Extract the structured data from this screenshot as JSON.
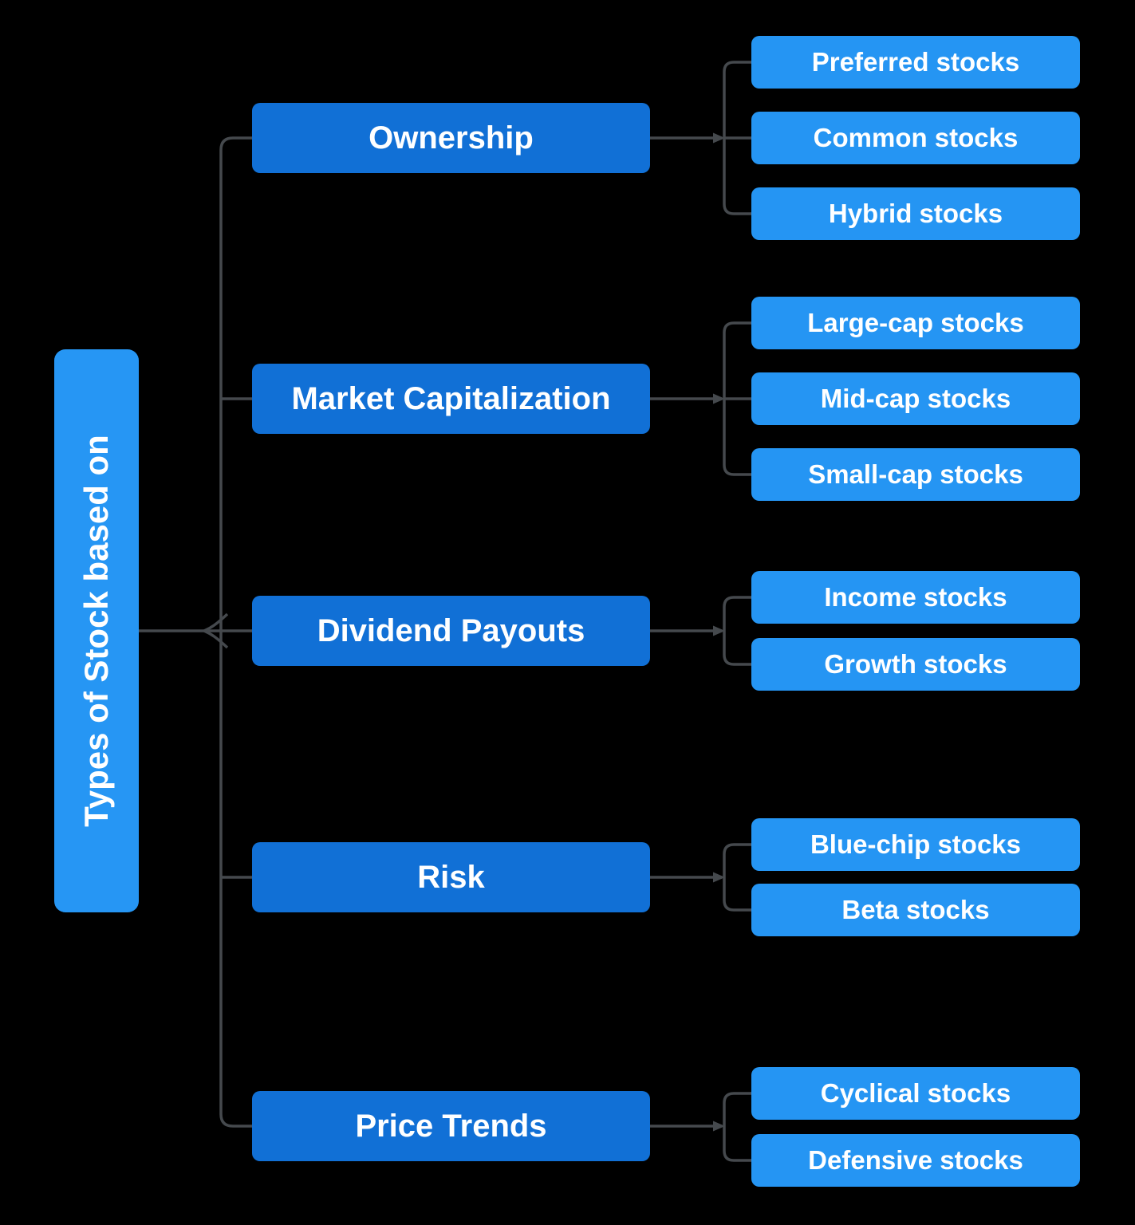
{
  "diagram": {
    "root": "Types of Stock based on",
    "groups": [
      {
        "label": "Ownership",
        "children": [
          "Preferred stocks",
          "Common stocks",
          "Hybrid stocks"
        ]
      },
      {
        "label": "Market Capitalization",
        "children": [
          "Large-cap stocks",
          "Mid-cap stocks",
          "Small-cap stocks"
        ]
      },
      {
        "label": "Dividend Payouts",
        "children": [
          "Income stocks",
          "Growth stocks"
        ]
      },
      {
        "label": "Risk",
        "children": [
          "Blue-chip stocks",
          "Beta stocks"
        ]
      },
      {
        "label": "Price Trends",
        "children": [
          "Cyclical stocks",
          "Defensive stocks"
        ]
      }
    ],
    "colors": {
      "root_fill": "#2696F4",
      "category_fill": "#1170D6",
      "leaf_fill": "#2595F3",
      "text": "#FFFFFF",
      "connector": "#45494D",
      "background": "#000000"
    }
  }
}
